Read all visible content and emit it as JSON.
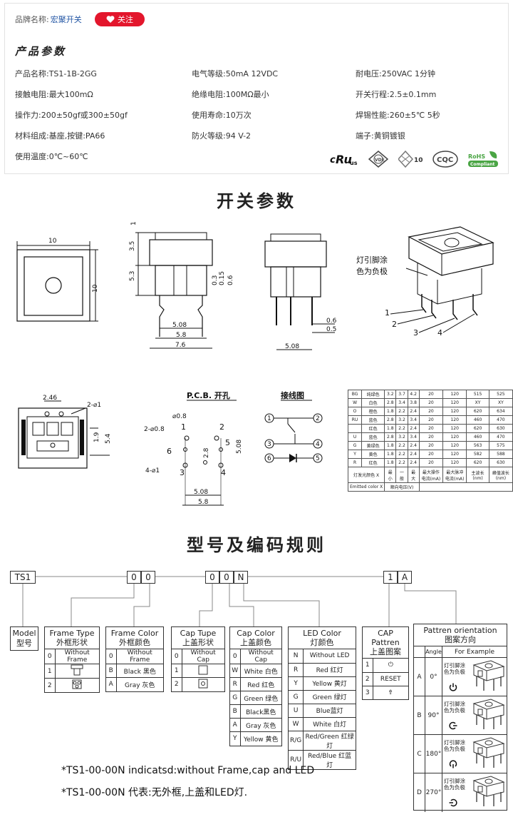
{
  "header": {
    "brand_label": "品牌名称:",
    "brand_name": "宏聚开关",
    "follow_label": "关注"
  },
  "product_params": {
    "title": "产品参数",
    "rows": [
      [
        "产品名称:TS1-1B-2GG",
        "电气等级:50mA 12VDC",
        "耐电压:250VAC 1分钟"
      ],
      [
        "接触电阻:最大100mΩ",
        "绝缘电阻:100MΩ最小",
        "开关行程:2.5±0.1mm"
      ],
      [
        "操作力:200±50gf或300±50gf",
        "使用寿命:10万次",
        "焊锡性能:260±5℃ 5秒"
      ],
      [
        "材料组成:基座,按键:PA66",
        "防火等级:94 V-2",
        "端子:黄铜镀银"
      ],
      [
        "使用温度:0℃~60℃",
        "",
        ""
      ]
    ],
    "certs": [
      "cURus",
      "VDE",
      "10",
      "CQC",
      "RoHS Compliant"
    ]
  },
  "switch_params": {
    "title": "开关参数",
    "dims_top": [
      "10",
      "10",
      "3.5",
      "1",
      "5.3",
      "0.3",
      "0.15",
      "0.6",
      "5.08",
      "5.8",
      "7.6",
      "0.6",
      "0.5",
      "5.08"
    ],
    "lamp_note": "灯引脚涂色为负极",
    "pins": [
      "1",
      "2",
      "3",
      "4"
    ],
    "pcb_title": "P.C.B. 开孔",
    "wiring_title": "接线图",
    "pcb_dims": [
      "2.46",
      "2-⌀1",
      "1.9",
      "5.4",
      "⌀0.8",
      "2-⌀0.8",
      "1",
      "2",
      "6",
      "5",
      "4-⌀1",
      "3",
      "4",
      "2.8",
      "5.08",
      "5.08",
      "5.8"
    ],
    "wiring_nodes": [
      "1",
      "2",
      "3",
      "4",
      "6",
      "5"
    ]
  },
  "led_table": {
    "rows": [
      [
        "BG",
        "纯绿色",
        "3.2",
        "3.7",
        "4.2",
        "20",
        "120",
        "515",
        "525"
      ],
      [
        "W",
        "白色",
        "2.8",
        "3.4",
        "3.8",
        "20",
        "120",
        "XY",
        "XY"
      ],
      [
        "O",
        "橙色",
        "1.8",
        "2.2",
        "2.4",
        "20",
        "120",
        "620",
        "634"
      ],
      [
        "RU",
        "蓝色",
        "2.8",
        "3.2",
        "3.4",
        "20",
        "120",
        "460",
        "470"
      ],
      [
        "",
        "红色",
        "1.8",
        "2.2",
        "2.4",
        "20",
        "120",
        "620",
        "630"
      ],
      [
        "U",
        "蓝色",
        "2.8",
        "3.2",
        "3.4",
        "20",
        "120",
        "460",
        "470"
      ],
      [
        "G",
        "黄绿色",
        "1.8",
        "2.2",
        "2.4",
        "20",
        "120",
        "563",
        "575"
      ],
      [
        "Y",
        "黄色",
        "1.8",
        "2.2",
        "2.4",
        "20",
        "120",
        "582",
        "588"
      ],
      [
        "R",
        "红色",
        "1.8",
        "2.2",
        "2.4",
        "20",
        "120",
        "620",
        "630"
      ]
    ],
    "footer": [
      "灯发光颜色 X",
      "最小",
      "一般",
      "最大",
      "最大操作电流(mA)",
      "最大脉冲电流(mA)",
      "主波长(nm)",
      "峰值波长(nm)"
    ],
    "footer2": [
      "Emitted color X",
      "顺向电压(V)"
    ]
  },
  "coding": {
    "title": "型号及编码规则",
    "code": [
      "TS1",
      "0",
      "0",
      "0",
      "0",
      "N",
      "1",
      "A"
    ],
    "model": {
      "en": "Model",
      "cn": "型号"
    },
    "frame_type": {
      "en": "Frame Type",
      "cn": "外框形状",
      "items": [
        [
          "0",
          "Without Frame"
        ],
        [
          "1",
          ""
        ],
        [
          "2",
          ""
        ]
      ]
    },
    "frame_color": {
      "en": "Frame Color",
      "cn": "外框颜色",
      "items": [
        [
          "0",
          "Without Frame"
        ],
        [
          "B",
          "Black 黑色"
        ],
        [
          "A",
          "Gray 灰色"
        ]
      ]
    },
    "cap_type": {
      "en": "Cap Tupe",
      "cn": "上盖形状",
      "items": [
        [
          "0",
          "Without Cap"
        ],
        [
          "1",
          ""
        ],
        [
          "2",
          ""
        ]
      ]
    },
    "cap_color": {
      "en": "Cap Color",
      "cn": "上盖颜色",
      "items": [
        [
          "0",
          "Without Cap"
        ],
        [
          "W",
          "White 白色"
        ],
        [
          "R",
          "Red 红色"
        ],
        [
          "G",
          "Green 绿色"
        ],
        [
          "B",
          "Black黑色"
        ],
        [
          "A",
          "Gray 灰色"
        ],
        [
          "Y",
          "Yellow 黄色"
        ]
      ]
    },
    "led_color": {
      "en": "LED Color",
      "cn": "灯颜色",
      "items": [
        [
          "N",
          "Without LED"
        ],
        [
          "R",
          "Red 红灯"
        ],
        [
          "Y",
          "Yellow 黄灯"
        ],
        [
          "G",
          "Green 绿灯"
        ],
        [
          "U",
          "Blue蓝灯"
        ],
        [
          "W",
          "White 白灯"
        ],
        [
          "R/G",
          "Red/Green 红绿灯"
        ],
        [
          "R/U",
          "Red/Blue 红蓝灯"
        ]
      ]
    },
    "cap_pattern": {
      "en": "CAP Pattren",
      "cn": "上盖图案",
      "items": [
        [
          "1",
          "⏻"
        ],
        [
          "2",
          "RESET"
        ],
        [
          "3",
          "⇮"
        ]
      ]
    },
    "orientation": {
      "en": "Pattren orientation",
      "cn": "图案方向",
      "angle_label": "Angle",
      "example_label": "For  Example",
      "items": [
        [
          "A",
          "0°"
        ],
        [
          "B",
          "90°"
        ],
        [
          "C",
          "180°"
        ],
        [
          "D",
          "270°"
        ]
      ],
      "lamp_note": "灯引脚涂色为负极"
    },
    "notes": [
      "*TS1-00-00N indicatsd:without Frame,cap and LED",
      "*TS1-00-00N 代表:无外框,上盖和LED灯."
    ]
  }
}
